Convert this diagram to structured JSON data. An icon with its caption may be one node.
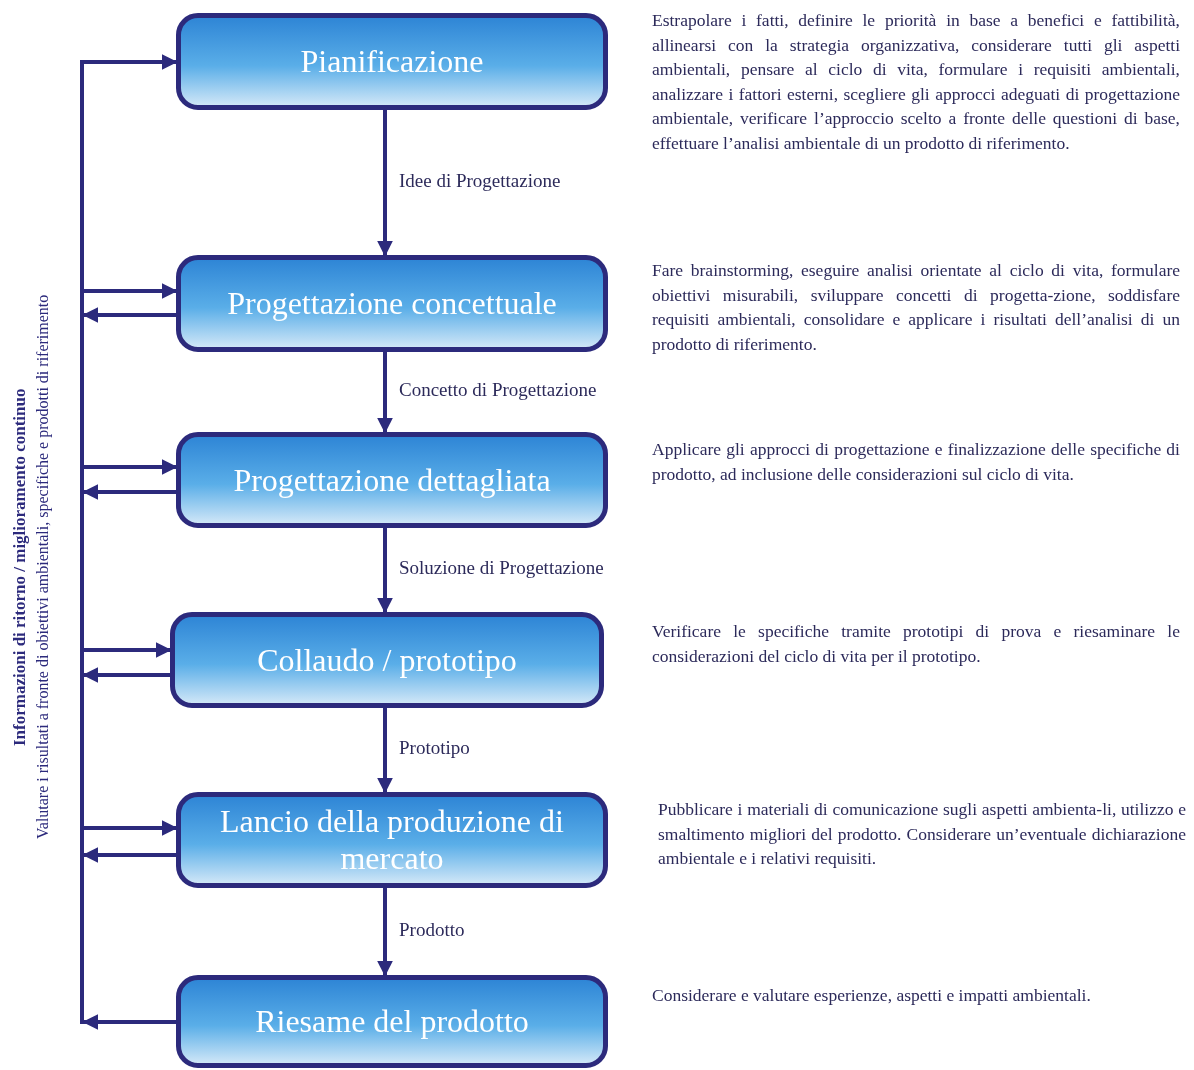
{
  "diagram": {
    "nodes": [
      {
        "text": [
          "Pianificazione"
        ],
        "beside": [
          "Estrapolare i fatti, definire le priorità in base a benefici e fattibilità, allinearsi con la strategia organizzativa, considerare tutti gli aspetti ambientali, pensare al ciclo di vita, formulare i requisiti ambientali, analizzare i fattori esterni, scegliere gli approcci adeguati di progettazione ambientale, verificare l’approccio scelto a fronte delle questioni di base, effettuare l’analisi ambientale di un prodotto di riferimento."
        ]
      },
      {
        "text": [
          "Progettazione concettuale"
        ],
        "beside": [
          "Fare brainstorming, eseguire analisi orientate al ciclo di vita, formulare obiettivi misurabili, sviluppare concetti di progetta-zione, soddisfare requisiti ambientali, consolidare e applicare i risultati dell’analisi di un prodotto di riferimento."
        ]
      },
      {
        "text": [
          "Progettazione dettagliata"
        ],
        "beside": [
          "Applicare gli approcci di progettazione e finalizzazione delle specifiche di prodotto, ad inclusione delle considerazioni sul ciclo di vita."
        ]
      },
      {
        "text": [
          "Collaudo / prototipo"
        ],
        "beside": [
          "Verificare le specifiche tramite prototipi di prova e riesaminare le considerazioni del ciclo di vita per il prototipo."
        ]
      },
      {
        "text": [
          "Lancio della produzione di mercato"
        ],
        "beside": [
          "Pubblicare i materiali di comunicazione sugli aspetti ambienta-li, utilizzo e smaltimento migliori del prodotto. Considerare un’eventuale dichiarazione ambientale e i relativi requisiti."
        ]
      },
      {
        "text": [
          "Riesame del prodotto"
        ],
        "beside": [
          "Considerare e valutare esperienze, aspetti e impatti ambientali."
        ]
      }
    ],
    "edges": [
      {
        "from": 0,
        "to": 1,
        "arrow": "to",
        "label": "Idee di Progettazione"
      },
      {
        "from": 1,
        "to": 2,
        "arrow": "to",
        "label": "Concetto di Progettazione"
      },
      {
        "from": 2,
        "to": 3,
        "arrow": "to",
        "label": "Soluzione di Progettazione"
      },
      {
        "from": 3,
        "to": 4,
        "arrow": "to",
        "label": "Prototipo"
      },
      {
        "from": 4,
        "to": 5,
        "arrow": "to",
        "label": "Prodotto"
      },
      {
        "from": null,
        "to": 0,
        "arrow": "to"
      },
      {
        "from": null,
        "to": 1,
        "arrow": "to"
      },
      {
        "from": 1,
        "to": null,
        "arrow": "to"
      },
      {
        "from": null,
        "to": 2,
        "arrow": "to"
      },
      {
        "from": 2,
        "to": null,
        "arrow": "to"
      },
      {
        "from": null,
        "to": 3,
        "arrow": "to"
      },
      {
        "from": 3,
        "to": null,
        "arrow": "to"
      },
      {
        "from": null,
        "to": 4,
        "arrow": "to"
      },
      {
        "from": 4,
        "to": null,
        "arrow": "to"
      },
      {
        "from": 5,
        "to": null,
        "arrow": "to"
      }
    ],
    "labels": [
      "Informazioni di ritorno / miglioramento continuo",
      "Valutare i risultati a fronte di obiettivi ambientali, specifiche e prodotti di riferimento"
    ]
  }
}
